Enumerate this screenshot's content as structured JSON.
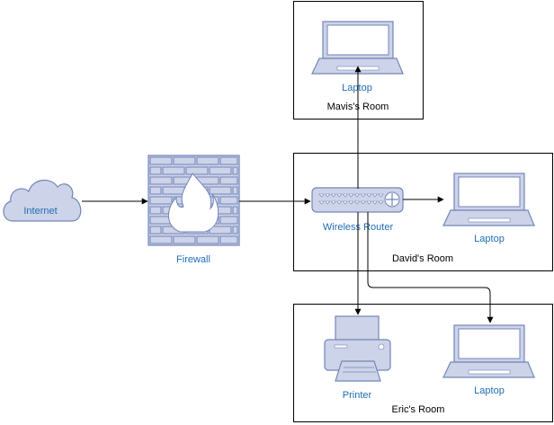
{
  "colors": {
    "device_fill": "#cdd3e8",
    "device_stroke": "#7286b9",
    "label": "#1f6db4"
  },
  "nodes": {
    "internet": {
      "label": "Internet",
      "icon": "cloud-icon"
    },
    "firewall": {
      "label": "Firewall",
      "icon": "firewall-icon"
    },
    "router": {
      "label": "Wireless Router",
      "icon": "router-icon"
    },
    "laptop_mavis": {
      "label": "Laptop",
      "icon": "laptop-icon"
    },
    "laptop_david": {
      "label": "Laptop",
      "icon": "laptop-icon"
    },
    "printer": {
      "label": "Printer",
      "icon": "printer-icon"
    },
    "laptop_eric": {
      "label": "Laptop",
      "icon": "laptop-icon"
    }
  },
  "rooms": {
    "mavis": "Mavis's Room",
    "david": "David's Room",
    "eric": "Eric's Room"
  }
}
